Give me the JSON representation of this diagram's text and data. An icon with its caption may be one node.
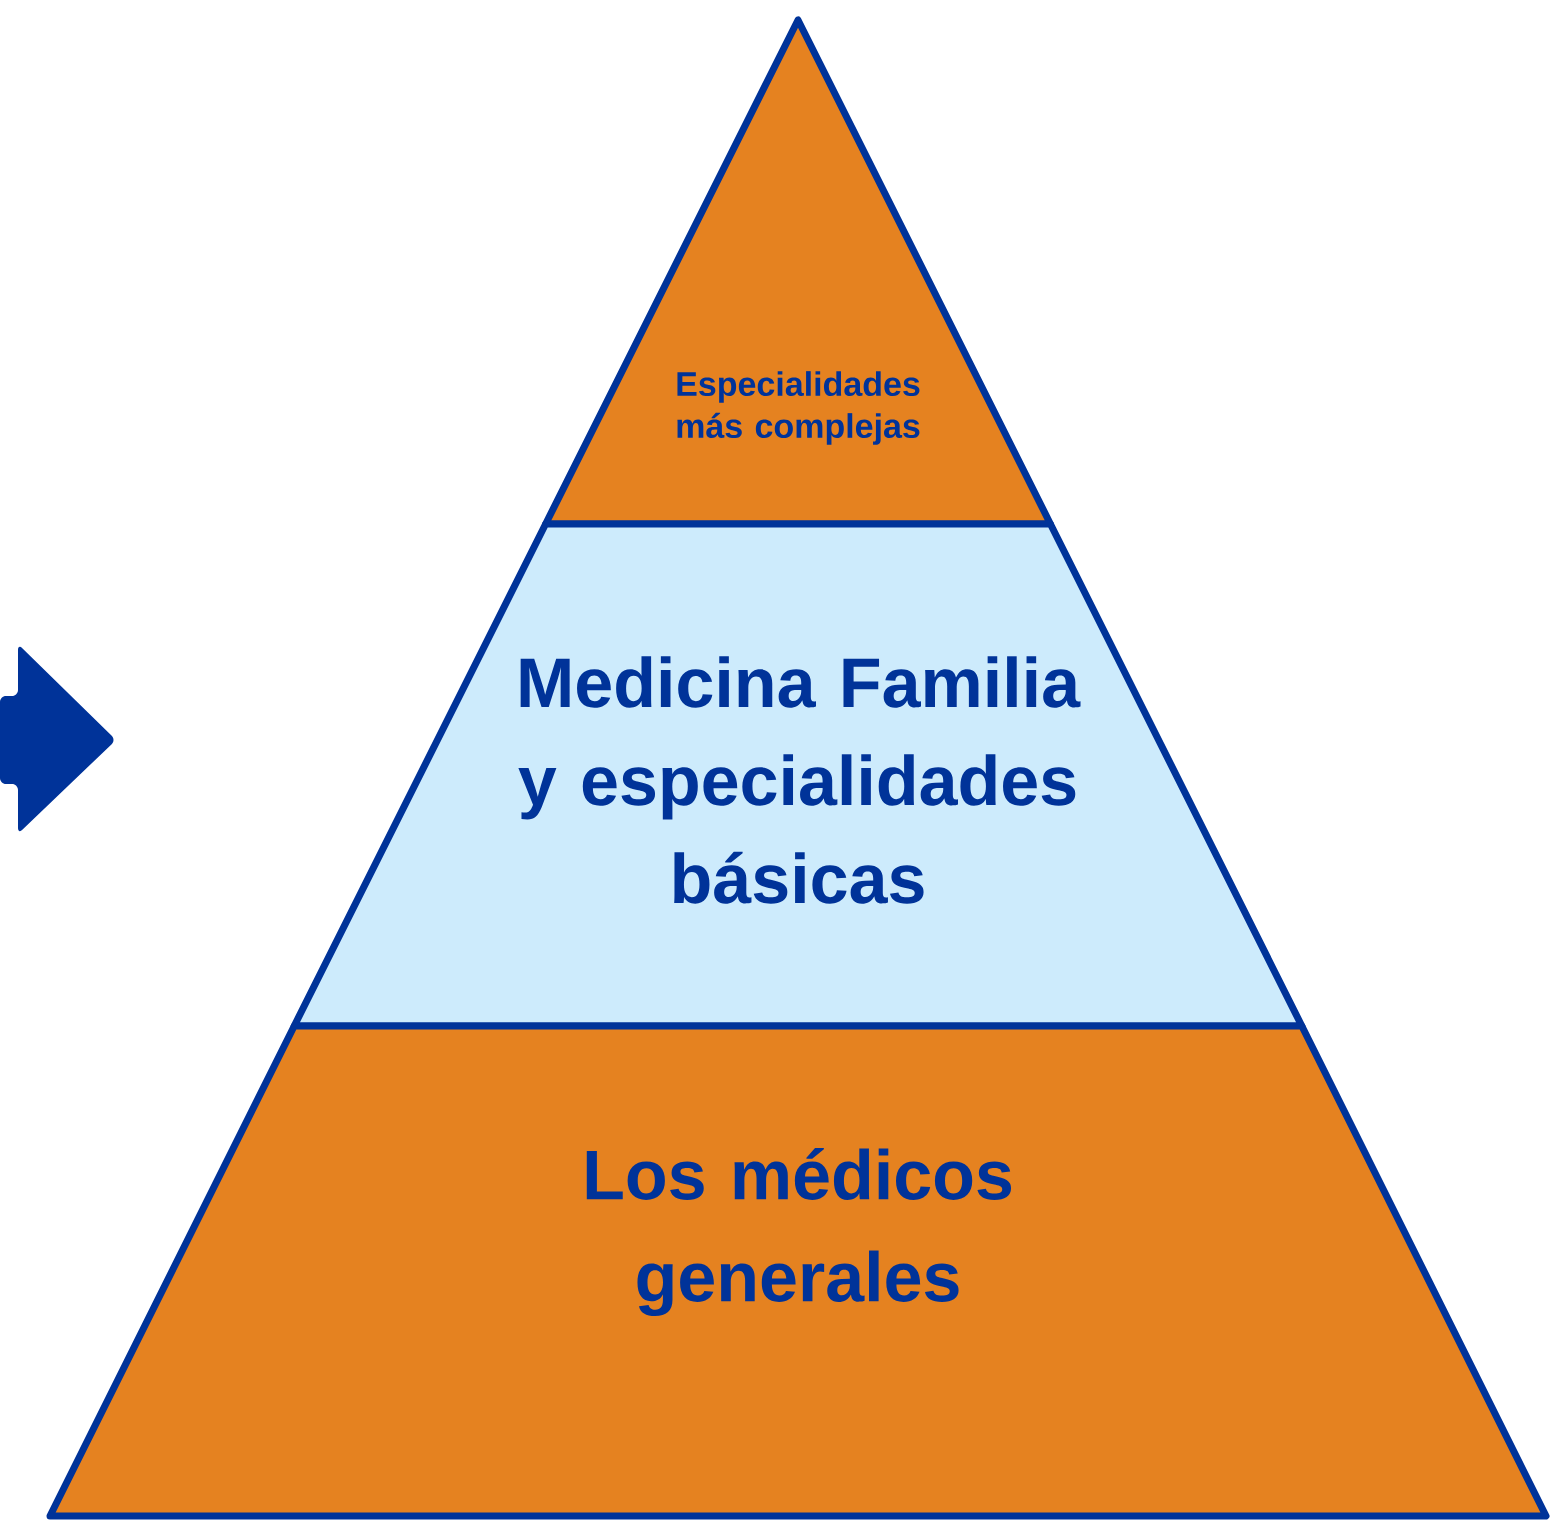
{
  "diagram": {
    "nodes": [
      {
        "text": [
          "Especialidades más complejas"
        ]
      },
      {
        "text": [
          "Medicina Familia y especialidades básicas"
        ]
      },
      {
        "text": [
          "Los médicos generales"
        ]
      }
    ]
  }
}
